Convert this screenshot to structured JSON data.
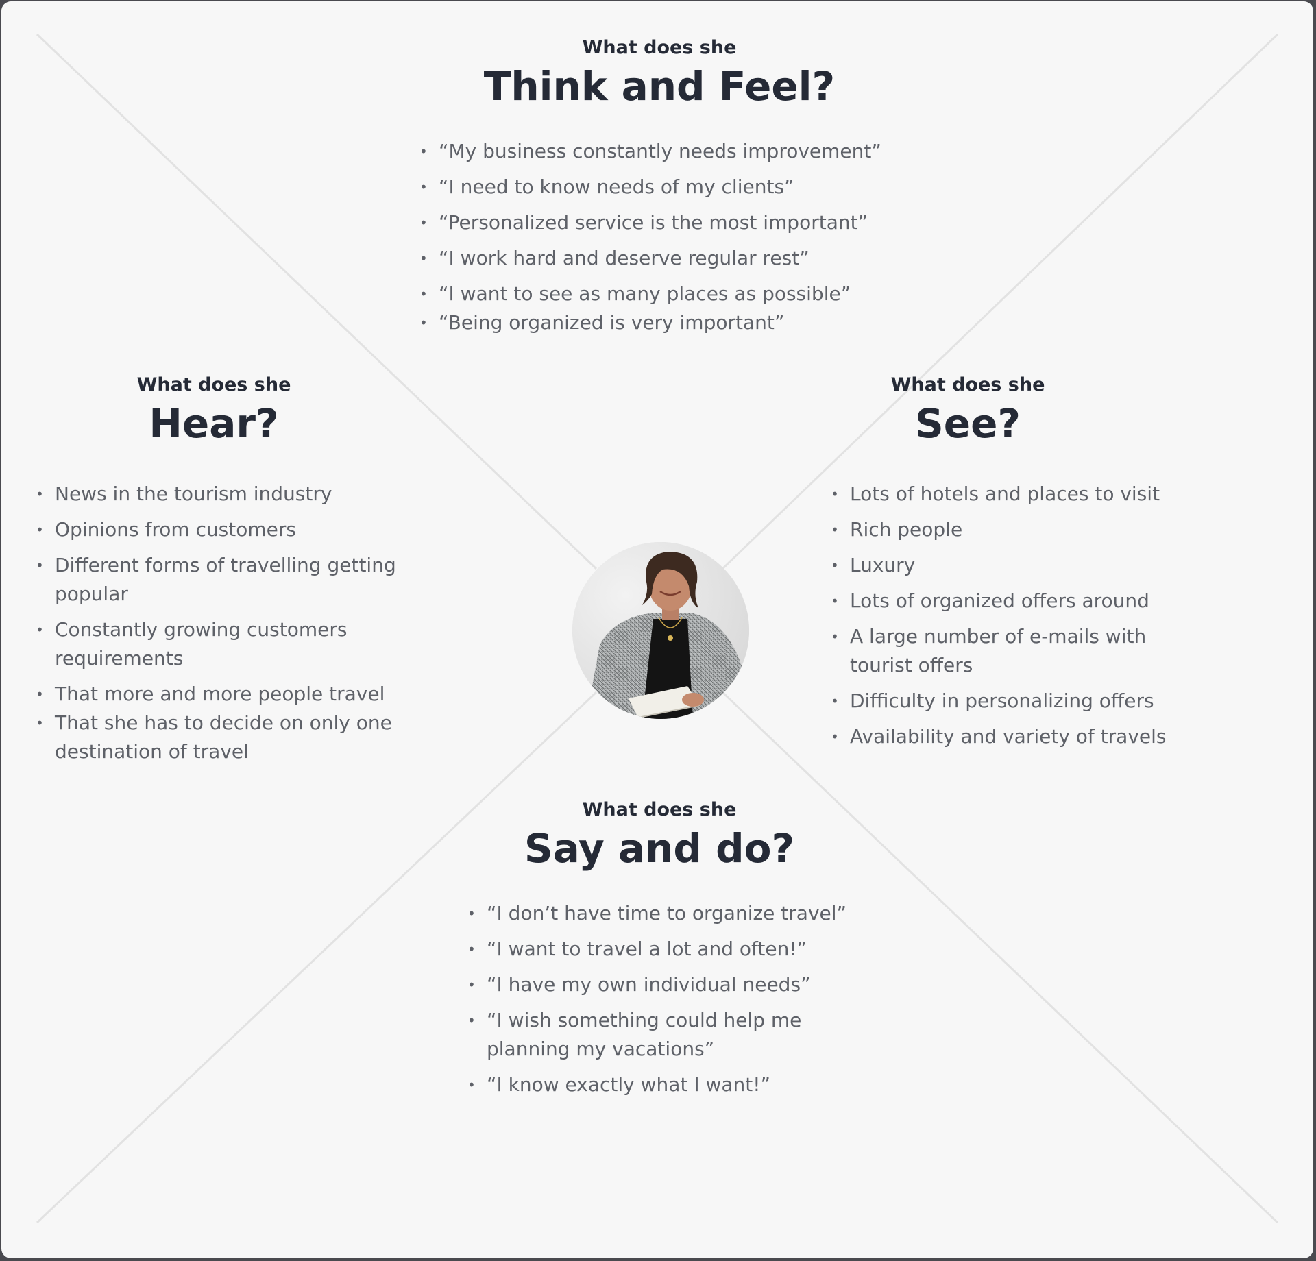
{
  "think": {
    "eyebrow": "What does she",
    "title": "Think and Feel?",
    "items": [
      "“My business constantly needs improvement”",
      "“I need to know needs of my clients”",
      "“Personalized service is the most important”",
      "“I work hard and deserve regular rest”",
      "“I want to see as many places as possible”",
      "“Being organized is very important”"
    ]
  },
  "hear": {
    "eyebrow": "What does she",
    "title": "Hear?",
    "items": [
      "News in the tourism industry",
      "Opinions from customers",
      "Different forms of travelling getting popular",
      "Constantly growing customers requirements",
      "That more and more people travel",
      "That she has to decide on only one destination of travel"
    ]
  },
  "see": {
    "eyebrow": "What does she",
    "title": "See?",
    "items": [
      "Lots of hotels and places to visit",
      "Rich people",
      "Luxury",
      "Lots of organized offers around",
      "A large number of e-mails with tourist offers",
      "Difficulty in personalizing offers",
      "Availability and variety of travels"
    ]
  },
  "say": {
    "eyebrow": "What does she",
    "title": "Say and do?",
    "items": [
      "“I don’t have time to organize travel”",
      "“I want to travel a lot and often!”",
      "“I have my own individual needs”",
      "“I wish something could help me planning my vacations”",
      "“I know exactly what I want!”"
    ]
  },
  "colors": {
    "background": "#f7f7f7",
    "heading": "#252a36",
    "body_text": "#5e6168",
    "divider": "#e2e2e2"
  }
}
